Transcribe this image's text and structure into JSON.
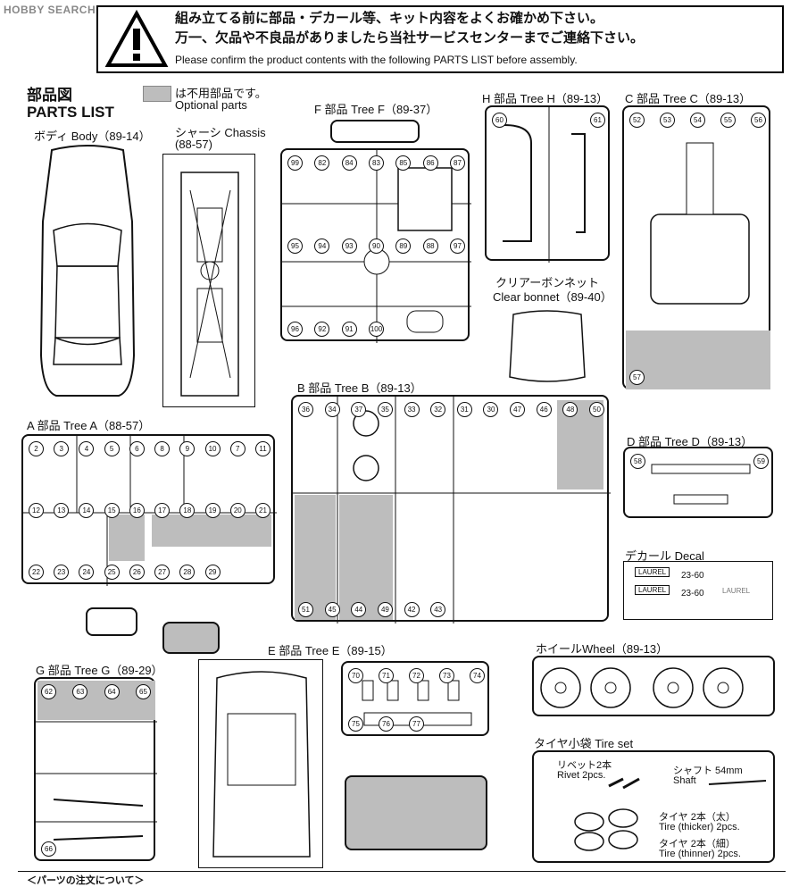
{
  "watermark": "HOBBY SEARCH",
  "notice": {
    "jp_line1": "組み立てる前に部品・デカール等、キット内容をよくお確かめ下さい。",
    "jp_line2": "万一、欠品や不良品がありましたら当社サービスセンターまでご連絡下さい。",
    "en": "Please confirm the product contents with the following PARTS LIST before assembly."
  },
  "header": {
    "jp": "部品図",
    "en": "PARTS LIST",
    "legend_jp": "は不用部品です。",
    "legend_en": "Optional parts"
  },
  "sections": {
    "body": "ボディ Body（89-14）",
    "chassis_jp": "シャーシ Chassis",
    "chassis_code": "(88-57)",
    "tree_f": "F 部品 Tree F（89-37）",
    "tree_h": "H 部品 Tree H（89-13）",
    "tree_c": "C 部品 Tree C（89-13）",
    "bonnet_jp": "クリアーボンネット",
    "bonnet_en": "Clear bonnet（89-40）",
    "tree_b": "B 部品 Tree B（89-13）",
    "tree_a": "A 部品 Tree A（88-57）",
    "tree_d": "D 部品 Tree D（89-13）",
    "decal": "デカール Decal",
    "tree_g": "G 部品 Tree G（89-29）",
    "tree_e": "E 部品 Tree E（89-15）",
    "wheel": "ホイールWheel（89-13）",
    "tire_set": "タイヤ小袋 Tire set"
  },
  "tireset": {
    "rivet_jp": "リベット2本",
    "rivet_en": "Rivet 2pcs.",
    "shaft_jp": "シャフト 54mm",
    "shaft_en": "Shaft",
    "thick_jp": "タイヤ 2本（太）",
    "thick_en": "Tire (thicker) 2pcs.",
    "thin_jp": "タイヤ 2本（細）",
    "thin_en": "Tire (thinner) 2pcs."
  },
  "decal_texts": {
    "laurel": "LAUREL",
    "plate": "23-60"
  },
  "footer": {
    "order": "＜パーツの注文について＞"
  },
  "parts": {
    "f": [
      "99",
      "82",
      "84",
      "83",
      "85",
      "86",
      "87",
      "95",
      "94",
      "93",
      "90",
      "89",
      "88",
      "97",
      "96",
      "92",
      "91",
      "100"
    ],
    "h": [
      "60",
      "61"
    ],
    "c": [
      "52",
      "53",
      "54",
      "55",
      "56",
      "57"
    ],
    "b": [
      "36",
      "34",
      "37",
      "35",
      "33",
      "32",
      "31",
      "30",
      "47",
      "46",
      "48",
      "50",
      "51",
      "45",
      "44",
      "49",
      "42",
      "43"
    ],
    "a": [
      "2",
      "3",
      "4",
      "5",
      "6",
      "8",
      "9",
      "10",
      "7",
      "11",
      "12",
      "13",
      "14",
      "15",
      "16",
      "17",
      "18",
      "19",
      "20",
      "21",
      "22",
      "23",
      "24",
      "25",
      "26",
      "27",
      "28",
      "29"
    ],
    "d": [
      "58",
      "59"
    ],
    "g": [
      "62",
      "63",
      "64",
      "65",
      "66"
    ],
    "e": [
      "70",
      "71",
      "72",
      "73",
      "74",
      "75",
      "76",
      "77"
    ]
  }
}
